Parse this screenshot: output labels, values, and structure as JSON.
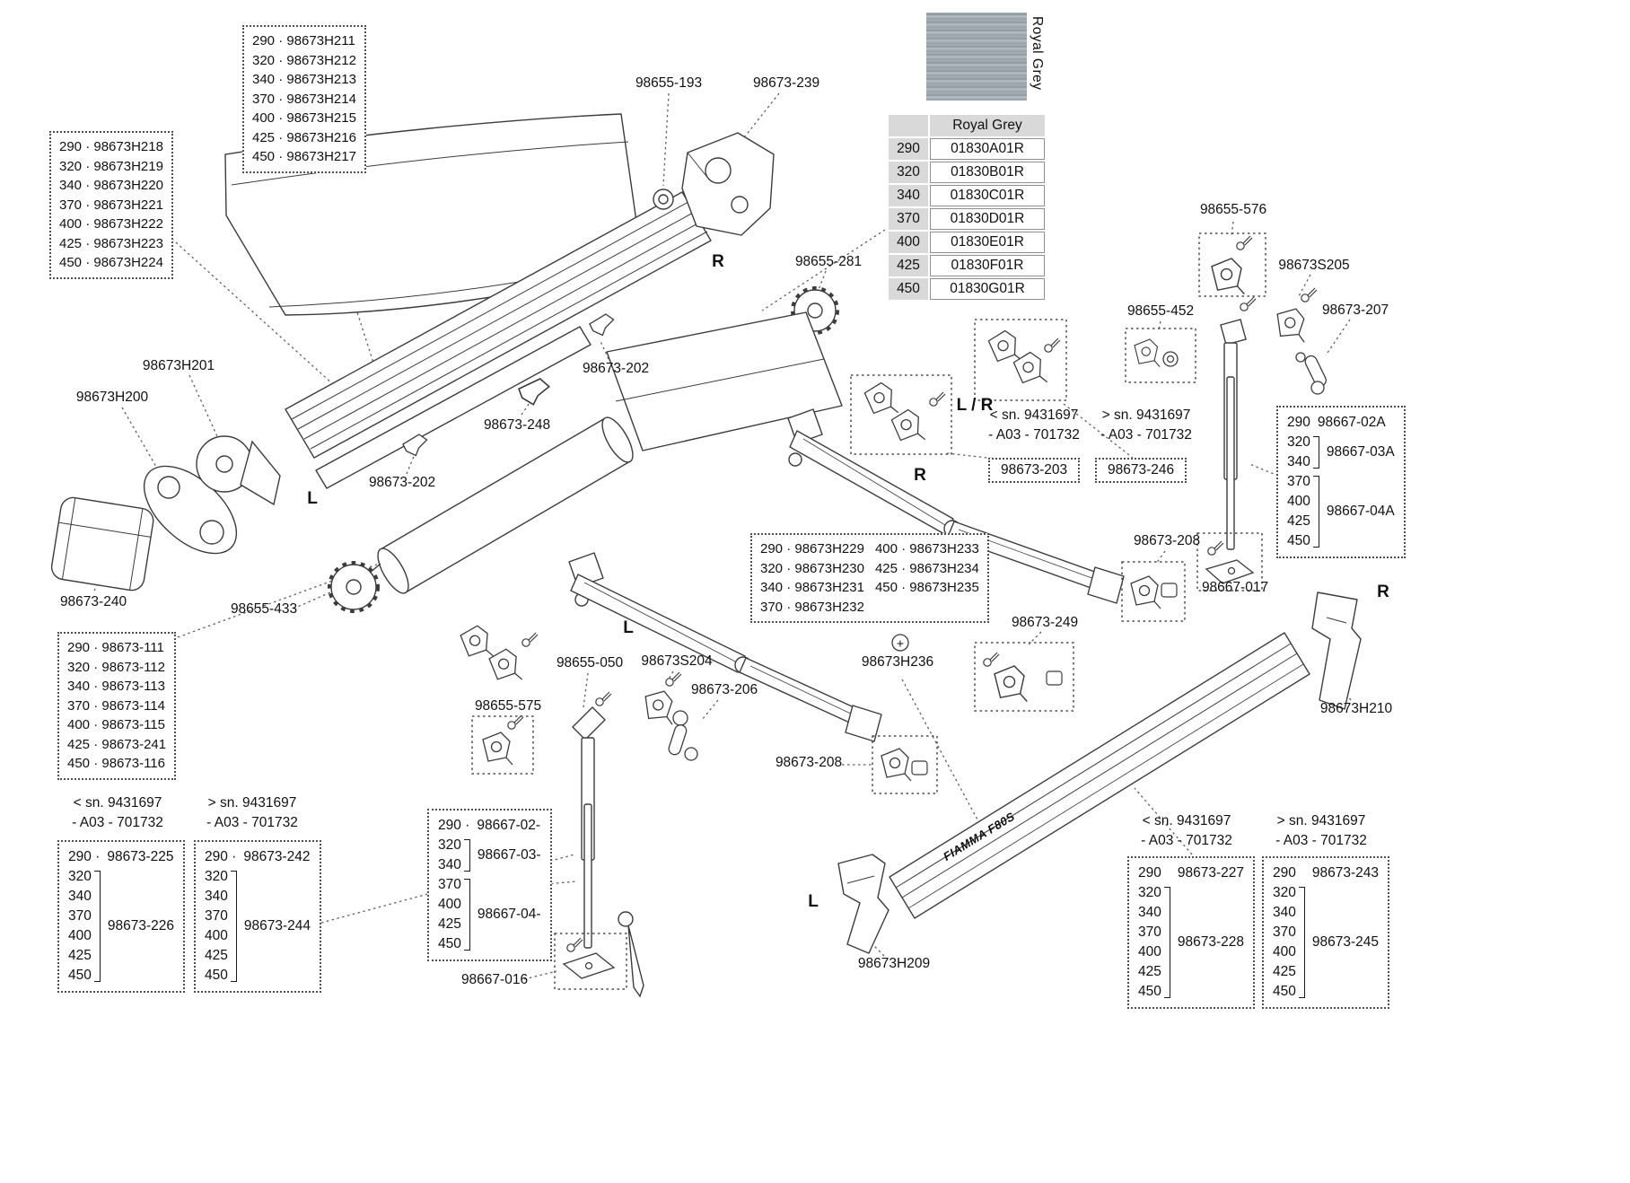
{
  "swatch": {
    "vertical_label": "Royal Grey"
  },
  "color_table": {
    "header": "Royal Grey",
    "rows": [
      {
        "size": "290",
        "code": "01830A01R"
      },
      {
        "size": "320",
        "code": "01830B01R"
      },
      {
        "size": "340",
        "code": "01830C01R"
      },
      {
        "size": "370",
        "code": "01830D01R"
      },
      {
        "size": "400",
        "code": "01830E01R"
      },
      {
        "size": "425",
        "code": "01830F01R"
      },
      {
        "size": "450",
        "code": "01830G01R"
      }
    ]
  },
  "lists": {
    "h211": [
      "290 · 98673H211",
      "320 · 98673H212",
      "340 · 98673H213",
      "370 · 98673H214",
      "400 · 98673H215",
      "425 · 98673H216",
      "450 · 98673H217"
    ],
    "h218": [
      "290 · 98673H218",
      "320 · 98673H219",
      "340 · 98673H220",
      "370 · 98673H221",
      "400 · 98673H222",
      "425 · 98673H223",
      "450 · 98673H224"
    ],
    "p111": [
      "290 · 98673-111",
      "320 · 98673-112",
      "340 · 98673-113",
      "370 · 98673-114",
      "400 · 98673-115",
      "425 · 98673-241",
      "450 · 98673-116"
    ],
    "h229_col1": [
      "290 · 98673H229",
      "320 · 98673H230",
      "340 · 98673H231",
      "370 · 98673H232"
    ],
    "h229_col2": [
      "400 · 98673H233",
      "425 · 98673H234",
      "450 · 98673H235"
    ],
    "plus": "+"
  },
  "size_boxes": {
    "leg_right": {
      "first_size": "290",
      "first_label": "98667-02A",
      "groups": [
        {
          "sizes": [
            "320",
            "340"
          ],
          "label": "98667-03A"
        },
        {
          "sizes": [
            "370",
            "400",
            "425",
            "450"
          ],
          "label": "98667-04A"
        }
      ]
    },
    "leg_left": {
      "first_size": "290 ·",
      "first_label": "98667-02-",
      "groups": [
        {
          "sizes": [
            "320",
            "340"
          ],
          "label": "98667-03-"
        },
        {
          "sizes": [
            "370",
            "400",
            "425",
            "450"
          ],
          "label": "98667-04-"
        }
      ]
    },
    "bottom_left_a": {
      "first_size": "290 ·",
      "first_label": "98673-225",
      "groups": [
        {
          "sizes": [
            "320",
            "340",
            "370",
            "400",
            "425",
            "450"
          ],
          "label": "98673-226"
        }
      ]
    },
    "bottom_left_b": {
      "first_size": "290 ·",
      "first_label": "98673-242",
      "groups": [
        {
          "sizes": [
            "320",
            "340",
            "370",
            "400",
            "425",
            "450"
          ],
          "label": "98673-244"
        }
      ]
    },
    "bottom_right_a": {
      "first_size": "290",
      "first_label": "98673-227",
      "groups": [
        {
          "sizes": [
            "320",
            "340",
            "370",
            "400",
            "425",
            "450"
          ],
          "label": "98673-228"
        }
      ]
    },
    "bottom_right_b": {
      "first_size": "290",
      "first_label": "98673-243",
      "groups": [
        {
          "sizes": [
            "320",
            "340",
            "370",
            "400",
            "425",
            "450"
          ],
          "label": "98673-245"
        }
      ]
    }
  },
  "sn_notes": {
    "lt": "< sn. 9431697",
    "gt": "> sn. 9431697",
    "a03": "- A03 - 701732"
  },
  "part_labels": {
    "p98655_193": "98655-193",
    "p98673_239": "98673-239",
    "p98655_281": "98655-281",
    "p98655_576": "98655-576",
    "p98673S205": "98673S205",
    "p98673_207": "98673-207",
    "p98655_452": "98655-452",
    "p98673H201": "98673H201",
    "p98673H200": "98673H200",
    "p98673_202": "98673-202",
    "p98673_248": "98673-248",
    "p98673_203": "98673-203",
    "p98673_246": "98673-246",
    "p98673_208": "98673-208",
    "p98667_017": "98667-017",
    "p98673_240": "98673-240",
    "p98655_433": "98655-433",
    "p98673_249": "98673-249",
    "p98655_050": "98655-050",
    "p98673S204": "98673S204",
    "p98673_206": "98673-206",
    "p98655_575": "98655-575",
    "p98673H210": "98673H210",
    "p98667_016": "98667-016",
    "p98673H209": "98673H209",
    "p98673H236": "98673H236"
  },
  "markers": {
    "left": "L",
    "right": "R",
    "left_right": "L / R"
  },
  "drawing": {
    "lead_bar_logo": "FIAMMA F80S"
  },
  "colors": {
    "line": "#3c3c3c",
    "table_header_bg": "#d9d9d9",
    "swatch_gray": "#9aa3ab"
  }
}
